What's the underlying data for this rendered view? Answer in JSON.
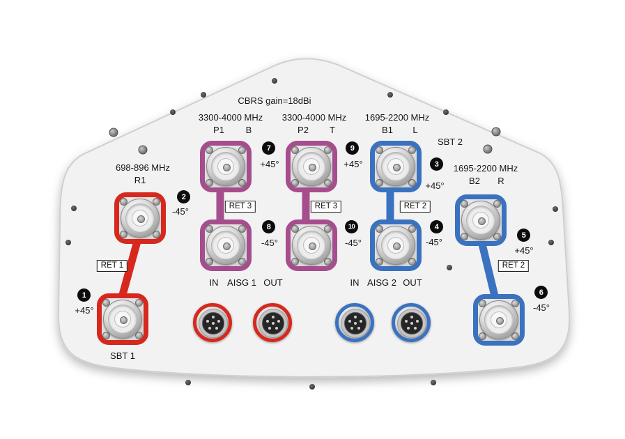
{
  "title": "CBRS gain=18dBi",
  "colors": {
    "red": "#d7281e",
    "purple": "#a64d8d",
    "blue": "#3a72c0",
    "panel": "#f2f2f2"
  },
  "groups": {
    "r1": {
      "freq": "698-896 MHz",
      "label": "R1",
      "ret": "RET 1",
      "sbt": "SBT 1",
      "badge_top": {
        "num": "2",
        "angle": "-45°"
      },
      "badge_bottom": {
        "num": "1",
        "angle": "+45°"
      }
    },
    "p1": {
      "freq": "3300-4000 MHz",
      "port": "P1",
      "pol": "B",
      "ret": "RET 3",
      "badge_top": {
        "num": "7",
        "angle": "+45°"
      },
      "badge_bottom": {
        "num": "8",
        "angle": "-45°"
      }
    },
    "p2": {
      "freq": "3300-4000 MHz",
      "port": "P2",
      "pol": "T",
      "ret": "RET 3",
      "badge_top": {
        "num": "9",
        "angle": "+45°"
      },
      "badge_bottom": {
        "num": "10",
        "angle": "-45°"
      }
    },
    "b1": {
      "freq": "1695-2200 MHz",
      "port": "B1",
      "pol": "L",
      "sbt": "SBT 2",
      "ret": "RET 2",
      "badge_top": {
        "num": "3",
        "angle": "+45°"
      },
      "badge_bottom": {
        "num": "4",
        "angle": "-45°"
      }
    },
    "b2": {
      "freq": "1695-2200 MHz",
      "port": "B2",
      "pol": "R",
      "ret": "RET 2",
      "badge_top": {
        "num": "5",
        "angle": "+45°"
      },
      "badge_bottom": {
        "num": "6",
        "angle": "-45°"
      }
    }
  },
  "aisg1": {
    "in": "IN",
    "label": "AISG 1",
    "out": "OUT"
  },
  "aisg2": {
    "in": "IN",
    "label": "AISG 2",
    "out": "OUT"
  }
}
